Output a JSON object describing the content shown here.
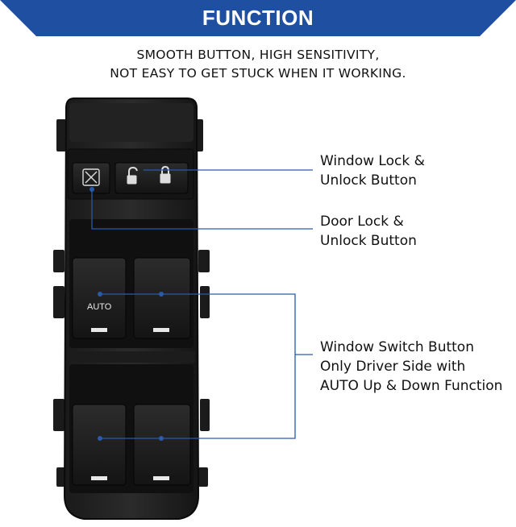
{
  "header": {
    "title": "FUNCTION",
    "banner_color": "#1f4fa0",
    "subtitle_line1": "SMOOTH BUTTON, HIGH SENSITIVITY,",
    "subtitle_line2": "NOT EASY TO GET STUCK WHEN IT WORKING."
  },
  "callouts": [
    {
      "line1": "Window Lock &",
      "line2": "Unlock Button"
    },
    {
      "line1": "Door Lock &",
      "line2": "Unlock Button"
    },
    {
      "line1": "Window Switch Button",
      "line2": "Only Driver Side with",
      "line3": "AUTO Up & Down Function"
    }
  ],
  "product": {
    "auto_label": "AUTO",
    "leader_color": "#2a5aa8"
  }
}
